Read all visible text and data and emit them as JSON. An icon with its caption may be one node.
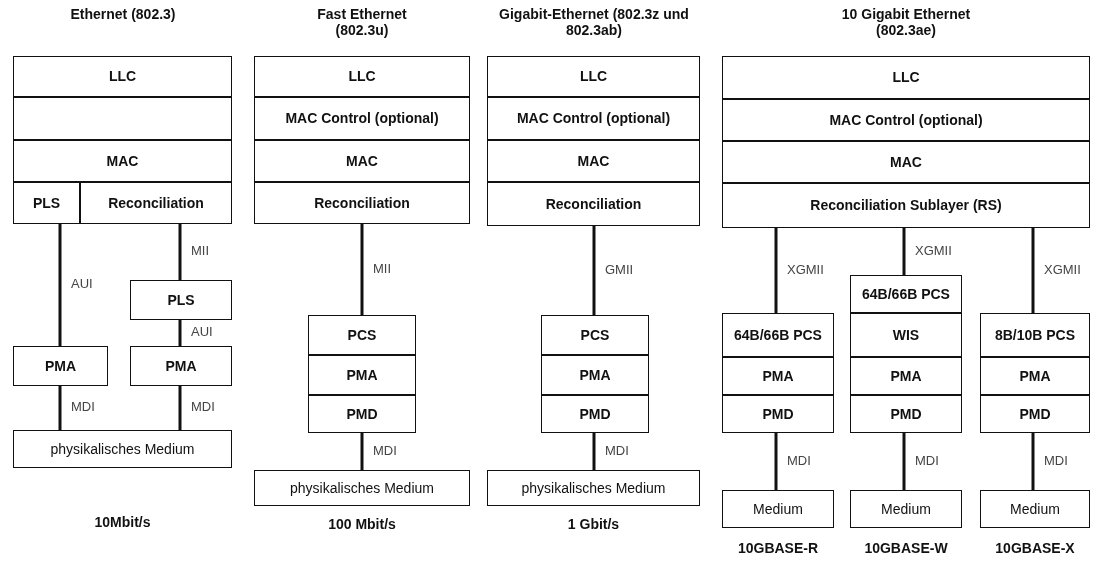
{
  "diagram": {
    "nodes": [
      {
        "text": [
          "LLC"
        ]
      },
      {
        "text": [],
        "shape": "box"
      },
      {
        "text": [
          "MAC"
        ]
      },
      {
        "text": [
          "PLS"
        ]
      },
      {
        "text": [
          "Reconciliation"
        ]
      },
      {
        "text": [
          "PLS"
        ]
      },
      {
        "text": [
          "PMA"
        ]
      },
      {
        "text": [
          "PMA"
        ]
      },
      {
        "text": [
          "physikalisches Medium"
        ]
      },
      {
        "text": [
          "LLC"
        ]
      },
      {
        "text": [
          "MAC Control (optional)"
        ]
      },
      {
        "text": [
          "MAC"
        ]
      },
      {
        "text": [
          "Reconciliation"
        ]
      },
      {
        "text": [
          "PCS"
        ]
      },
      {
        "text": [
          "PMA"
        ]
      },
      {
        "text": [
          "PMD"
        ]
      },
      {
        "text": [
          "physikalisches Medium"
        ]
      },
      {
        "text": [
          "LLC"
        ]
      },
      {
        "text": [
          "MAC Control (optional)"
        ]
      },
      {
        "text": [
          "MAC"
        ]
      },
      {
        "text": [
          "Reconciliation"
        ]
      },
      {
        "text": [
          "PCS"
        ]
      },
      {
        "text": [
          "PMA"
        ]
      },
      {
        "text": [
          "PMD"
        ]
      },
      {
        "text": [
          "physikalisches Medium"
        ]
      },
      {
        "text": [
          "LLC"
        ]
      },
      {
        "text": [
          "MAC Control (optional)"
        ]
      },
      {
        "text": [
          "MAC"
        ]
      },
      {
        "text": [
          "Reconciliation Sublayer (RS)"
        ]
      },
      {
        "text": [
          "64B/66B PCS"
        ]
      },
      {
        "text": [
          "PMA"
        ]
      },
      {
        "text": [
          "PMD"
        ]
      },
      {
        "text": [
          "Medium"
        ]
      },
      {
        "text": [
          "64B/66B PCS"
        ]
      },
      {
        "text": [
          "WIS"
        ]
      },
      {
        "text": [
          "PMA"
        ]
      },
      {
        "text": [
          "PMD"
        ]
      },
      {
        "text": [
          "Medium"
        ]
      },
      {
        "text": [
          "8B/10B PCS"
        ]
      },
      {
        "text": [
          "PMA"
        ]
      },
      {
        "text": [
          "PMD"
        ]
      },
      {
        "text": [
          "Medium"
        ]
      }
    ],
    "edges": [
      {
        "from": 3,
        "to": 6,
        "arrow": "none",
        "label": "AUI"
      },
      {
        "from": 4,
        "to": 5,
        "arrow": "none",
        "label": "MII"
      },
      {
        "from": 5,
        "to": 7,
        "arrow": "none",
        "label": "AUI"
      },
      {
        "from": 6,
        "to": 8,
        "arrow": "none",
        "label": "MDI"
      },
      {
        "from": 7,
        "to": 8,
        "arrow": "none",
        "label": "MDI"
      },
      {
        "from": 12,
        "to": 13,
        "arrow": "none",
        "label": "MII"
      },
      {
        "from": 15,
        "to": 16,
        "arrow": "none",
        "label": "MDI"
      },
      {
        "from": 20,
        "to": 21,
        "arrow": "none",
        "label": "GMII"
      },
      {
        "from": 23,
        "to": 24,
        "arrow": "none",
        "label": "MDI"
      },
      {
        "from": 28,
        "to": 29,
        "arrow": "none",
        "label": "XGMII"
      },
      {
        "from": 31,
        "to": 32,
        "arrow": "none",
        "label": "MDI"
      },
      {
        "from": 28,
        "to": 33,
        "arrow": "none",
        "label": "XGMII"
      },
      {
        "from": 36,
        "to": 37,
        "arrow": "none",
        "label": "MDI"
      },
      {
        "from": 28,
        "to": 38,
        "arrow": "none",
        "label": "XGMII"
      },
      {
        "from": 40,
        "to": 41,
        "arrow": "none",
        "label": "MDI"
      }
    ],
    "labels": [
      "Ethernet (802.3)",
      "Fast Ethernet (802.3u)",
      "Gigabit-Ethernet (802.3z und 802.3ab)",
      "10 Gigabit Ethernet (802.3ae)",
      "10Mbit/s",
      "100 Mbit/s",
      "1 Gbit/s",
      "10GBASE-R",
      "10GBASE-W",
      "10GBASE-X"
    ]
  }
}
